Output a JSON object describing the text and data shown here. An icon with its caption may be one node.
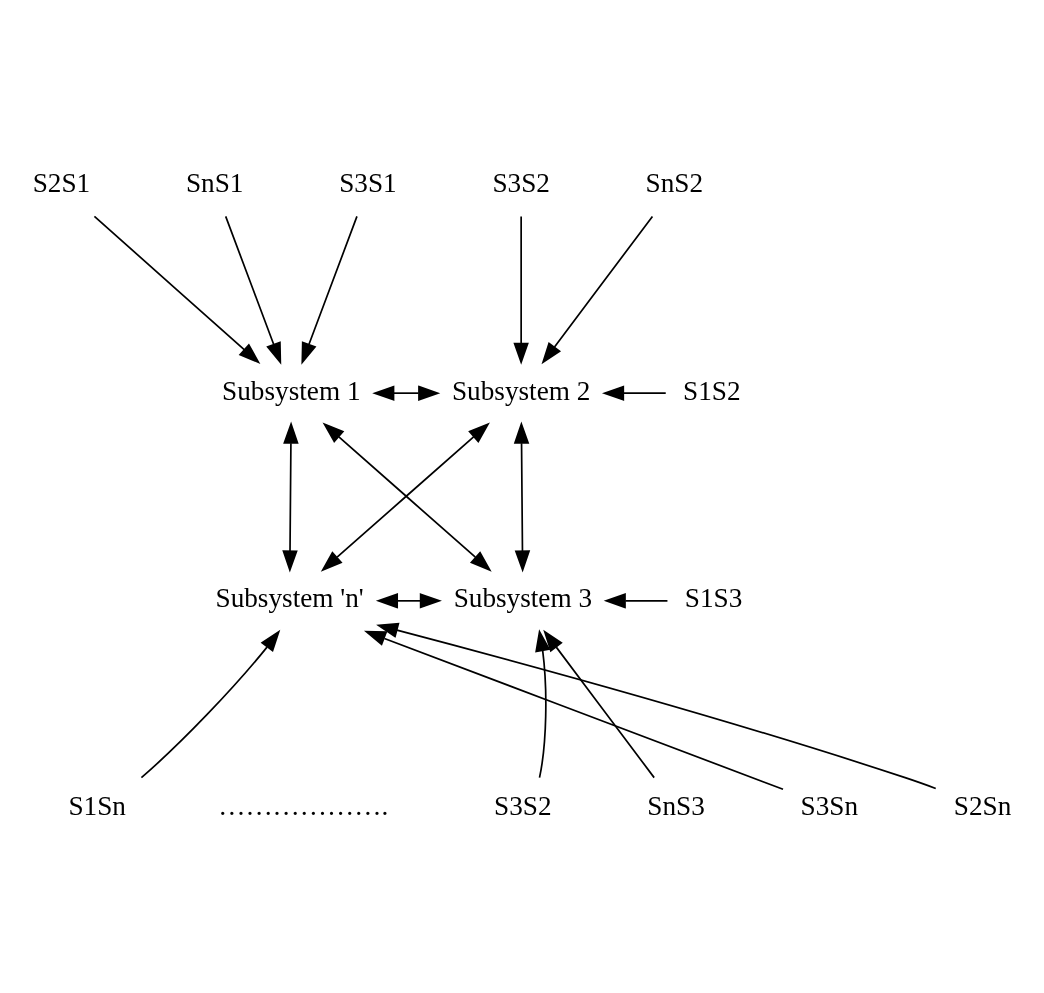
{
  "diagram": {
    "nodes": [
      {
        "text": [
          "S2S1"
        ]
      },
      {
        "text": [
          "SnS1"
        ]
      },
      {
        "text": [
          "S3S1"
        ]
      },
      {
        "text": [
          "SnS2"
        ]
      },
      {
        "text": [
          "S3S2"
        ]
      },
      {
        "text": [
          "Subsystem 1"
        ]
      },
      {
        "text": [
          "Subsystem 2"
        ]
      },
      {
        "text": [
          "S1S2"
        ]
      },
      {
        "text": [
          "Subsystem 'n'"
        ]
      },
      {
        "text": [
          "Subsystem 3"
        ]
      },
      {
        "text": [
          "S1S3"
        ]
      },
      {
        "text": [
          "S1Sn"
        ]
      },
      {
        "text": [
          "S2Sn"
        ]
      },
      {
        "text": [
          "S3Sn"
        ]
      },
      {
        "text": [
          "S3S2"
        ]
      },
      {
        "text": [
          "SnS3"
        ]
      }
    ],
    "edges": [
      {
        "from": 0,
        "to": 5,
        "arrow": "to"
      },
      {
        "from": 1,
        "to": 5,
        "arrow": "to"
      },
      {
        "from": 2,
        "to": 5,
        "arrow": "to"
      },
      {
        "from": 3,
        "to": 6,
        "arrow": "to"
      },
      {
        "from": 4,
        "to": 6,
        "arrow": "to"
      },
      {
        "from": 5,
        "to": 6,
        "arrow": "both"
      },
      {
        "from": 7,
        "to": 6,
        "arrow": "to"
      },
      {
        "from": 5,
        "to": 8,
        "arrow": "both"
      },
      {
        "from": 5,
        "to": 9,
        "arrow": "both"
      },
      {
        "from": 6,
        "to": 8,
        "arrow": "both"
      },
      {
        "from": 6,
        "to": 9,
        "arrow": "both"
      },
      {
        "from": 8,
        "to": 9,
        "arrow": "both"
      },
      {
        "from": 10,
        "to": 9,
        "arrow": "to"
      },
      {
        "from": 11,
        "to": 8,
        "arrow": "to"
      },
      {
        "from": 12,
        "to": 8,
        "arrow": "to"
      },
      {
        "from": 13,
        "to": 8,
        "arrow": "to"
      },
      {
        "from": 14,
        "to": 9,
        "arrow": "to"
      },
      {
        "from": 15,
        "to": 9,
        "arrow": "to"
      }
    ],
    "labels": [
      "………………."
    ]
  }
}
